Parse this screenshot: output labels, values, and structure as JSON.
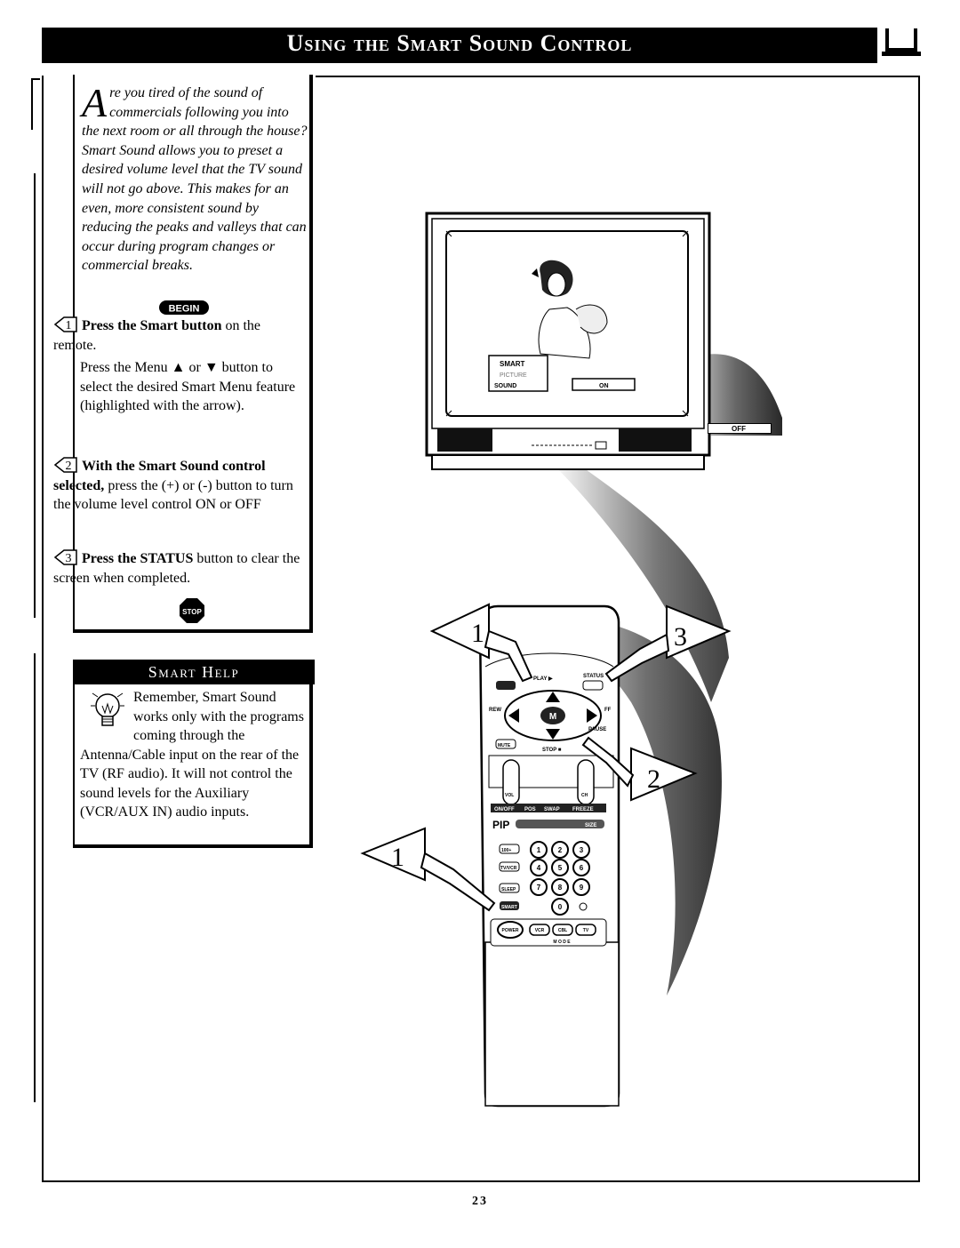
{
  "header": {
    "title": "Using the Smart Sound Control"
  },
  "intro": {
    "drop_cap": "A",
    "text": "re you tired of the sound of commercials following you into the next room or all through the house? Smart Sound allows you to preset a desired volume level that the TV sound will not go above. This makes for an even, more consistent sound by reducing the peaks and valleys that can occur during program changes or commercial breaks."
  },
  "badges": {
    "begin": "BEGIN",
    "stop": "STOP"
  },
  "steps": [
    {
      "number": "1",
      "bold": "Press the Smart button",
      "text": " on the remote.",
      "extra": "Press the Menu ▲ or ▼ button to select the desired Smart Menu feature (highlighted with the arrow)."
    },
    {
      "number": "2",
      "bold": "With the Smart Sound control selected,",
      "text": " press the (+) or (-) button to turn the volume level control ON or OFF"
    },
    {
      "number": "3",
      "bold": "Press the STATUS",
      "text": " button to clear the screen when completed."
    }
  ],
  "help": {
    "title": "Smart Help",
    "text": "Remember, Smart Sound works only with the programs coming through the Antenna/Cable input on the rear of the TV (RF audio). It will not control the sound levels for the Auxiliary (VCR/AUX IN) audio inputs."
  },
  "tv_screen": {
    "menu_title": "SMART",
    "menu_item_1": "PICTURE",
    "menu_item_2": "SOUND",
    "value_on": "ON",
    "value_off": "OFF"
  },
  "remote": {
    "callouts": [
      "1",
      "3",
      "2",
      "1"
    ],
    "labels": {
      "play": "PLAY ▶",
      "status": "STATUS",
      "rew": "REW",
      "ff": "FF",
      "stop": "STOP ■",
      "pause": "PAUSE",
      "mute": "MUTE",
      "vol": "VOL",
      "ch": "CH",
      "pip": "PIP",
      "pip_buttons": [
        "ON/OFF",
        "POS",
        "SWAP",
        "FREEZE"
      ],
      "size": "SIZE",
      "keypad_left": [
        "100+",
        "TV/VCR",
        "SLEEP",
        "SMART"
      ],
      "digits": [
        "1",
        "2",
        "3",
        "4",
        "5",
        "6",
        "7",
        "8",
        "9",
        "0"
      ],
      "power": "POWER",
      "mode_buttons": [
        "VCR",
        "CBL",
        "TV"
      ],
      "mode": "M O D E",
      "center": "M"
    }
  },
  "page_number": "23"
}
